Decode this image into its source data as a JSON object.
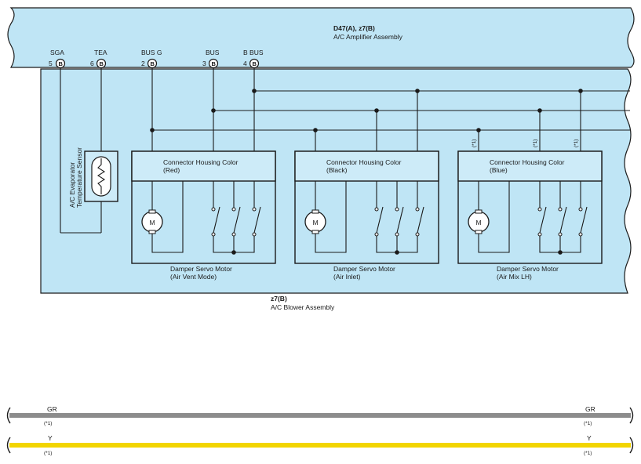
{
  "amplifier": {
    "connector": "D47(A), z7(B)",
    "name": "A/C Amplifier Assembly",
    "pins": [
      {
        "label": "SGA",
        "num": "5",
        "conn": "B"
      },
      {
        "label": "TEA",
        "num": "6",
        "conn": "B"
      },
      {
        "label": "BUS G",
        "num": "2",
        "conn": "B"
      },
      {
        "label": "BUS",
        "num": "3",
        "conn": "B"
      },
      {
        "label": "B BUS",
        "num": "4",
        "conn": "B"
      }
    ]
  },
  "sensor": {
    "line1": "A/C Evaporator",
    "line2": "Temperature Sensor"
  },
  "motors": [
    {
      "housing": "Connector Housing Color",
      "color": "(Red)",
      "name": "Damper Servo Motor",
      "sub": "(Air Vent Mode)",
      "symbol": "M"
    },
    {
      "housing": "Connector Housing Color",
      "color": "(Black)",
      "name": "Damper Servo Motor",
      "sub": "(Air Inlet)",
      "symbol": "M"
    },
    {
      "housing": "Connector Housing Color",
      "color": "(Blue)",
      "name": "Damper Servo Motor",
      "sub": "(Air Mix LH)",
      "symbol": "M"
    }
  ],
  "note_marks": [
    "(*1)",
    "(*1)",
    "(*1)"
  ],
  "blower": {
    "connector": "z7(B)",
    "name": "A/C Blower Assembly"
  },
  "wires": [
    {
      "code": "GR",
      "note": "(*1)",
      "color": "#8c8c8c"
    },
    {
      "code": "Y",
      "note": "(*1)",
      "color": "#f2d500"
    }
  ],
  "colors": {
    "panel": "#bfe5f5",
    "box": "#cdebf8",
    "outline": "#1a1a1a"
  }
}
